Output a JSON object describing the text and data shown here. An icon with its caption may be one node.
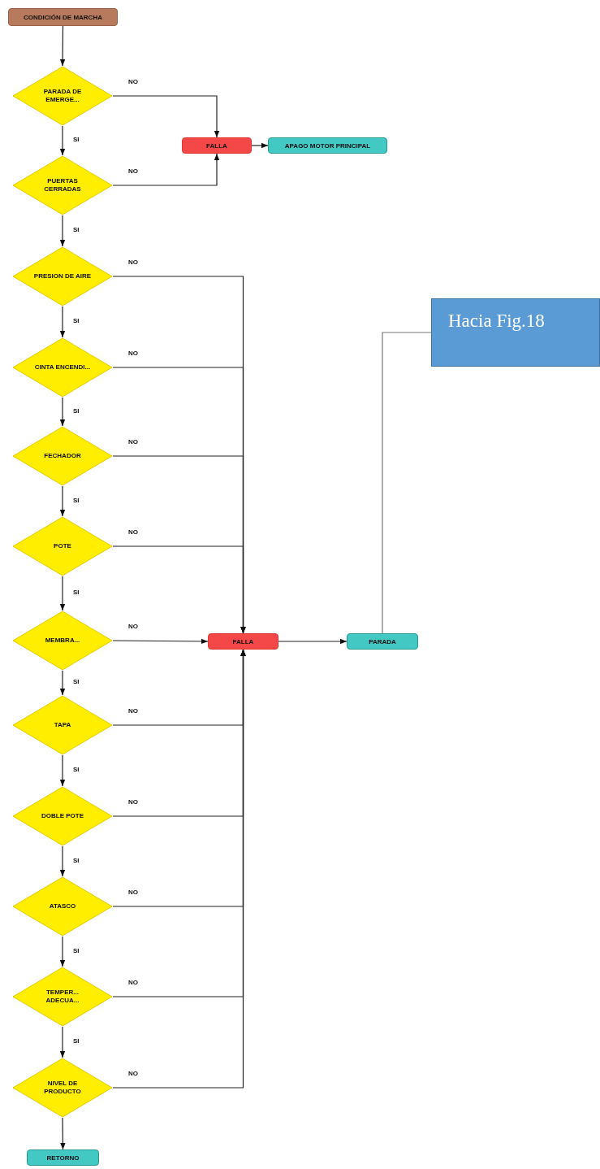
{
  "diagram": {
    "nodes": [
      {
        "text": [
          "CONDICIÓN DE MARCHA"
        ]
      },
      {
        "text": [
          "PARADA DE EMERGE..."
        ]
      },
      {
        "text": [
          "FALLA"
        ]
      },
      {
        "text": [
          "APAGO MOTOR PRINCIPAL"
        ]
      },
      {
        "text": [
          "PUERTAS CERRADAS"
        ]
      },
      {
        "text": [
          "PRESION DE AIRE"
        ]
      },
      {
        "text": [
          "CINTA ENCENDI..."
        ]
      },
      {
        "text": [
          "FECHADOR"
        ]
      },
      {
        "text": [
          "POTE"
        ]
      },
      {
        "text": [
          "Hacia Fig.18"
        ]
      },
      {
        "text": [
          "MEMBRA..."
        ]
      },
      {
        "text": [
          "FALLA"
        ]
      },
      {
        "text": [
          "PARADA"
        ]
      },
      {
        "text": [
          "TAPA"
        ]
      },
      {
        "text": [
          "DOBLE POTE"
        ]
      },
      {
        "text": [
          "ATASCO"
        ]
      },
      {
        "text": [
          "TEMPER... ADECUA..."
        ]
      },
      {
        "text": [
          "NIVEL DE PRODUCTO"
        ]
      },
      {
        "text": [
          "RETORNO"
        ]
      }
    ],
    "edges": [
      {
        "from": 0,
        "to": 1,
        "arrow": "to"
      },
      {
        "from": 1,
        "to": 2,
        "arrow": "to",
        "label": "NO"
      },
      {
        "from": 1,
        "to": 4,
        "arrow": "to",
        "label": "SI"
      },
      {
        "from": 2,
        "to": 3,
        "arrow": "to"
      },
      {
        "from": 4,
        "to": 2,
        "arrow": "to",
        "label": "NO"
      },
      {
        "from": 4,
        "to": 5,
        "arrow": "to",
        "label": "SI"
      },
      {
        "from": 5,
        "to": 11,
        "arrow": "to",
        "label": "NO"
      },
      {
        "from": 5,
        "to": 6,
        "arrow": "to",
        "label": "SI"
      },
      {
        "from": 6,
        "to": 11,
        "arrow": "to",
        "label": "NO"
      },
      {
        "from": 6,
        "to": 7,
        "arrow": "to",
        "label": "SI"
      },
      {
        "from": 7,
        "to": 11,
        "arrow": "to",
        "label": "NO"
      },
      {
        "from": 7,
        "to": 8,
        "arrow": "to",
        "label": "SI"
      },
      {
        "from": 8,
        "to": 11,
        "arrow": "to",
        "label": "NO"
      },
      {
        "from": 8,
        "to": 10,
        "arrow": "to",
        "label": "SI"
      },
      {
        "from": 10,
        "to": 11,
        "arrow": "to",
        "label": "NO"
      },
      {
        "from": 10,
        "to": 13,
        "arrow": "to",
        "label": "SI"
      },
      {
        "from": 11,
        "to": 12,
        "arrow": "to"
      },
      {
        "from": 12,
        "to": 9,
        "arrow": "none"
      },
      {
        "from": 13,
        "to": 11,
        "arrow": "to",
        "label": "NO"
      },
      {
        "from": 13,
        "to": 14,
        "arrow": "to",
        "label": "SI"
      },
      {
        "from": 14,
        "to": 11,
        "arrow": "to",
        "label": "NO"
      },
      {
        "from": 14,
        "to": 15,
        "arrow": "to",
        "label": "SI"
      },
      {
        "from": 15,
        "to": 11,
        "arrow": "to",
        "label": "NO"
      },
      {
        "from": 15,
        "to": 16,
        "arrow": "to",
        "label": "SI"
      },
      {
        "from": 16,
        "to": 11,
        "arrow": "to",
        "label": "NO"
      },
      {
        "from": 16,
        "to": 17,
        "arrow": "to",
        "label": "SI"
      },
      {
        "from": 17,
        "to": 11,
        "arrow": "to",
        "label": "NO"
      },
      {
        "from": 17,
        "to": 18,
        "arrow": "to"
      }
    ]
  }
}
